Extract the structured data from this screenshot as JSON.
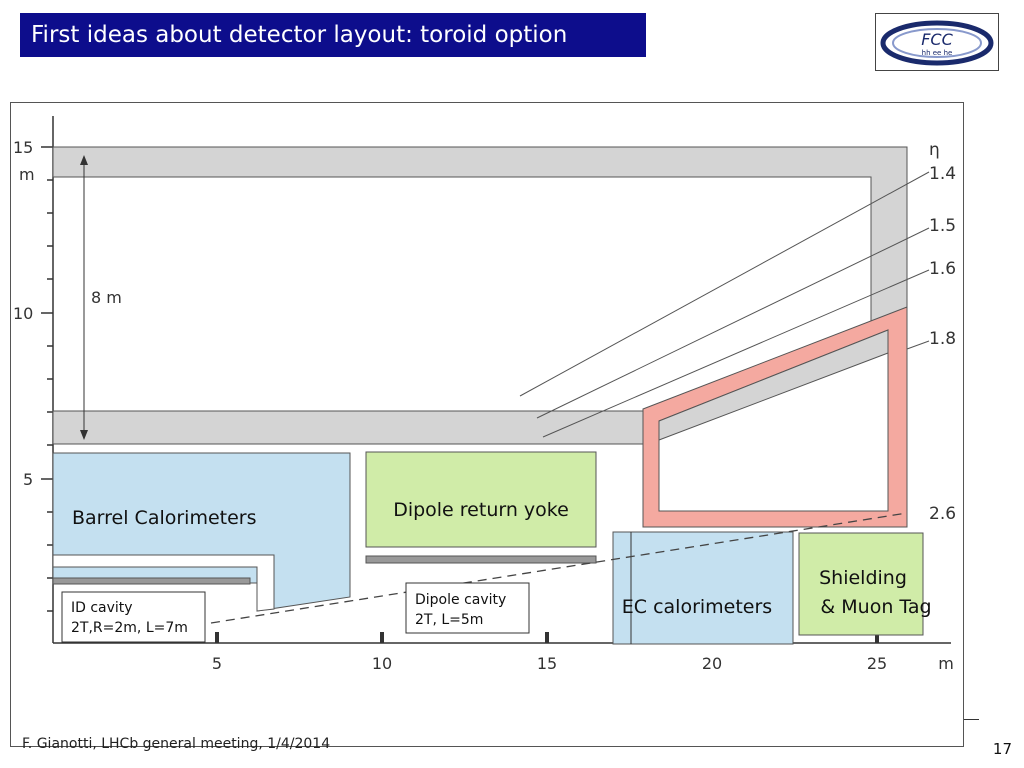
{
  "slide": {
    "title": "First ideas about detector layout: toroid option",
    "footer": "F. Gianotti, LHCb general meeting, 1/4/2014",
    "page_number": "17"
  },
  "logo": {
    "text_main": "FCC",
    "text_sub": "hh ee he"
  },
  "diagram": {
    "y_axis": {
      "ticks": [
        "15",
        "10",
        "5"
      ],
      "unit": "m"
    },
    "x_axis": {
      "ticks": [
        "5",
        "10",
        "15",
        "20",
        "25"
      ],
      "unit": "m"
    },
    "eta": {
      "symbol": "η",
      "labels": [
        "1.4",
        "1.5",
        "1.6",
        "1.8",
        "2.6"
      ]
    },
    "dimension_label": "8 m",
    "labels": {
      "barrel": "Barrel Calorimeters",
      "dipole_yoke": "Dipole return yoke",
      "ec": "EC calorimeters",
      "shielding_line1": "Shielding",
      "shielding_line2": "& Muon Tag",
      "id_cavity_line1": "ID cavity",
      "id_cavity_line2": "2T,R=2m, L=7m",
      "dipole_cavity_line1": "Dipole cavity",
      "dipole_cavity_line2": "2T, L=5m"
    }
  }
}
